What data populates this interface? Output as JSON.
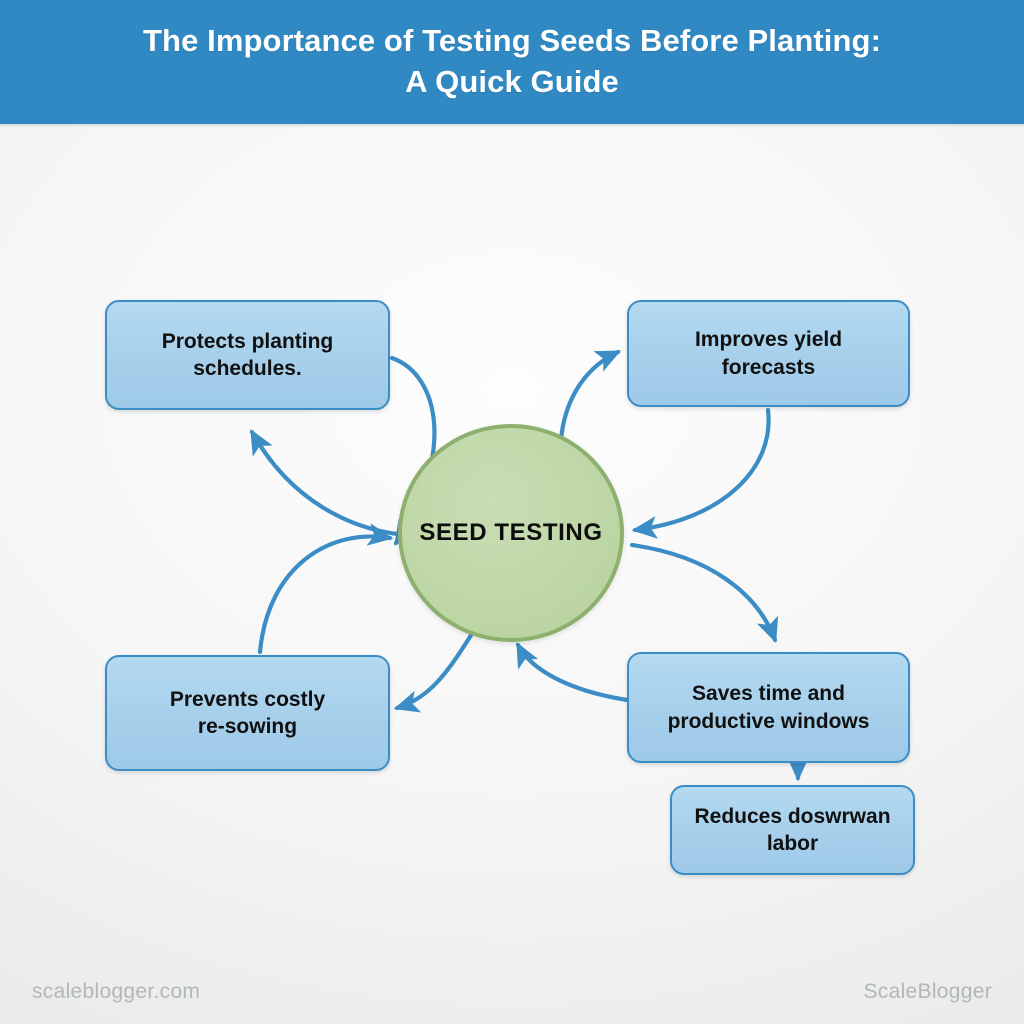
{
  "header": {
    "title": "The Importance of Testing Seeds Before Planting:\nA Quick Guide",
    "background_color": "#3189c4",
    "text_color": "#ffffff"
  },
  "diagram": {
    "type": "mind-map",
    "center": {
      "label": "SEED TESTING",
      "fill_color": "#bdd6a6",
      "border_color": "#8db06f"
    },
    "node_fill_color": "#a6cfeb",
    "node_border_color": "#3c8dc5",
    "arrow_color": "#3c8dc5",
    "nodes": [
      {
        "id": "protects",
        "label": "Protects planting\nschedules."
      },
      {
        "id": "improves",
        "label": "Improves yield\nforecasts"
      },
      {
        "id": "prevents",
        "label": "Prevents costly\nre-sowing"
      },
      {
        "id": "saves",
        "label": "Saves time and\nproductive windows"
      },
      {
        "id": "reduces",
        "label": "Reduces doswrwan\nlabor"
      }
    ],
    "connections": [
      {
        "from": "center",
        "to": "protects",
        "direction": "up-left"
      },
      {
        "from": "protects",
        "to": "center",
        "direction": "down-right"
      },
      {
        "from": "center",
        "to": "improves",
        "direction": "up-right"
      },
      {
        "from": "improves",
        "to": "center",
        "direction": "down-left"
      },
      {
        "from": "center",
        "to": "prevents",
        "direction": "down-left"
      },
      {
        "from": "prevents",
        "to": "center",
        "direction": "up-right"
      },
      {
        "from": "center",
        "to": "saves",
        "direction": "down-right"
      },
      {
        "from": "saves",
        "to": "center",
        "direction": "up-left"
      },
      {
        "from": "saves",
        "to": "reduces",
        "direction": "down"
      }
    ]
  },
  "footer": {
    "watermark_left": "scaleblogger.com",
    "watermark_right": "ScaleBlogger"
  }
}
